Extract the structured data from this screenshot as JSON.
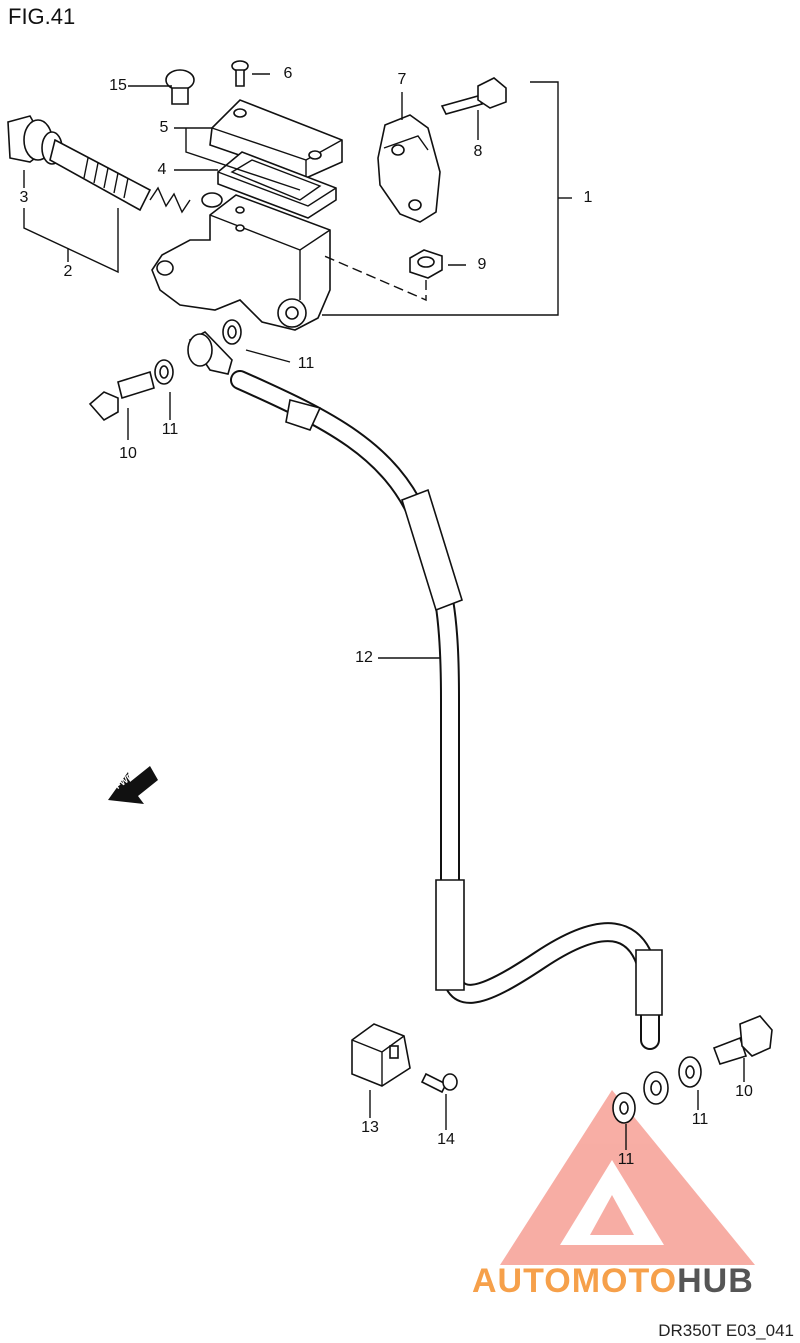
{
  "figure": {
    "title": "FIG.41",
    "drawing_code": "DR350T E03_041",
    "direction_marker": "FWD"
  },
  "parts": [
    {
      "ref": "1"
    },
    {
      "ref": "2"
    },
    {
      "ref": "3"
    },
    {
      "ref": "4"
    },
    {
      "ref": "5"
    },
    {
      "ref": "6"
    },
    {
      "ref": "7"
    },
    {
      "ref": "8"
    },
    {
      "ref": "9"
    },
    {
      "ref": "10"
    },
    {
      "ref": "10"
    },
    {
      "ref": "11"
    },
    {
      "ref": "11"
    },
    {
      "ref": "11"
    },
    {
      "ref": "11"
    },
    {
      "ref": "12"
    },
    {
      "ref": "13"
    },
    {
      "ref": "14"
    },
    {
      "ref": "15"
    }
  ],
  "watermark": {
    "part1": "AUTO",
    "part2": "MOTO",
    "part3": "HUB",
    "colors": {
      "accent": "#f26b5b",
      "orange": "#f6a04a",
      "gray": "#555555"
    }
  }
}
